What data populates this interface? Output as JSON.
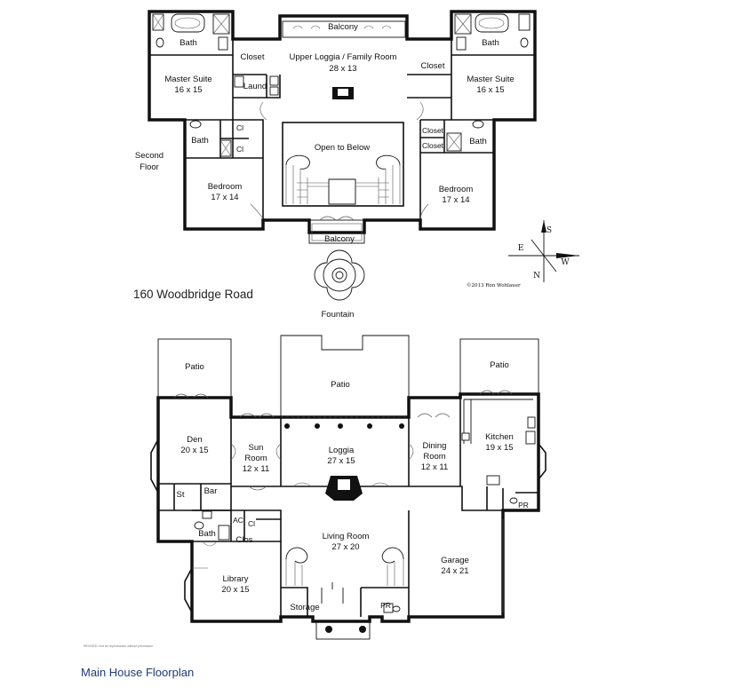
{
  "address": "160 Woodbridge Road",
  "caption": "Main House Floorplan",
  "copyright": "©2013 Ron Wohlauer",
  "fineprint": "REVISED: Not for reproduction without permission",
  "compass": {
    "s": "S",
    "e": "E",
    "w": "W",
    "n": "N"
  },
  "second_floor": {
    "label": [
      "Second",
      "Floor"
    ],
    "rooms": {
      "balcony_top": "Balcony",
      "loggia": "Upper Loggia / Family Room",
      "loggia_dim": "28  x  13",
      "bath_left": "Bath",
      "bath_right": "Bath",
      "closet_left": "Closet",
      "closet_right": "Closet",
      "laund": "Laund",
      "master_left": "Master Suite",
      "master_left_dim": "16  x  15",
      "master_right": "Master Suite",
      "master_right_dim": "16  x  15",
      "open": "Open to Below",
      "bath2_left": "Bath",
      "cl1": "Cl",
      "cl2": "Cl",
      "closet3": "Closet",
      "closet4": "Closet",
      "bath2_right": "Bath",
      "bed_left": "Bedroom",
      "bed_left_dim": "17  x  14",
      "bed_right": "Bedroom",
      "bed_right_dim": "17  x  14",
      "balcony_bottom": "Balcony"
    }
  },
  "fountain": "Fountain",
  "main_floor": {
    "rooms": {
      "patio_left": "Patio",
      "patio_center": "Patio",
      "patio_right": "Patio",
      "den": "Den",
      "den_dim": "20  x  15",
      "sun": "Sun",
      "sun2": "Room",
      "sun_dim": "12  x  11",
      "loggia": "Loggia",
      "loggia_dim": "27  x  15",
      "dining": "Dining",
      "dining2": "Room",
      "dining_dim": "12  x  11",
      "kitchen": "Kitchen",
      "kitchen_dim": "19  x  15",
      "st": "St",
      "bar": "Bar",
      "ac": "AC",
      "cl": "Cl",
      "bath": "Bath",
      "clos": "Clos",
      "pr_right": "PR",
      "living": "Living Room",
      "living_dim": "27  x  20",
      "garage": "Garage",
      "garage_dim": "24  x  21",
      "library": "Library",
      "library_dim": "20  x  15",
      "storage": "Storage",
      "pr_center": "PR"
    }
  }
}
